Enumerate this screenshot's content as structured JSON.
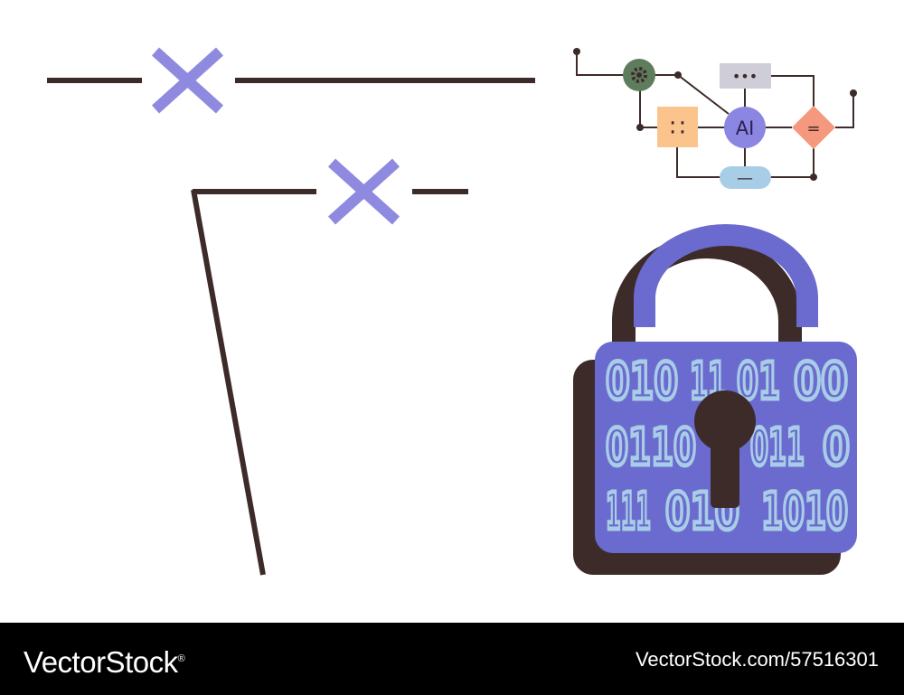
{
  "colors": {
    "line": "#3d2b29",
    "cross": "#8f8ae0",
    "lock_body": "#6b6acf",
    "lock_shadow": "#3d2b29",
    "digits": "#a8cde6",
    "gear": "#5e7d5c",
    "grey_box": "#cfcdd8",
    "orange_box": "#fbc48d",
    "ai_circle": "#8b86e2",
    "diamond": "#f5987d",
    "pill": "#a8cde6"
  },
  "lock": {
    "binary_rows": [
      [
        "010",
        "11",
        "01",
        "00"
      ],
      [
        "0110",
        "011",
        "0"
      ],
      [
        "111",
        "010",
        "1010"
      ]
    ]
  },
  "diagram": {
    "center_label": "AI",
    "grey_box_symbol": "•••",
    "orange_box_symbol": "∷",
    "diamond_symbol": "=",
    "pill_symbol": "—"
  },
  "footer": {
    "brand": "VectorStock",
    "registered_mark": "®",
    "ref": "VectorStock.com/57516301"
  }
}
